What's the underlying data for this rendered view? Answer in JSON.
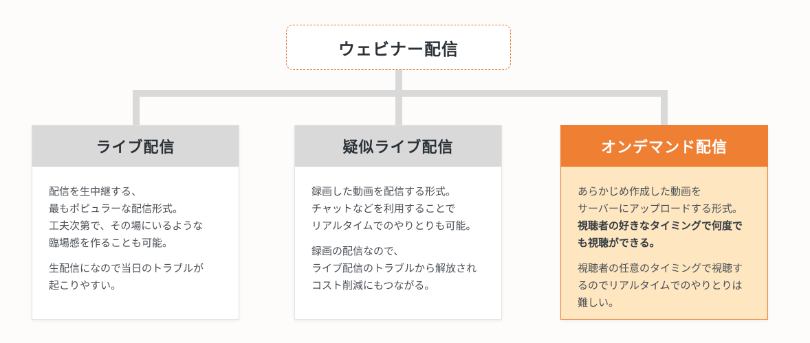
{
  "root": {
    "label": "ウェビナー配信"
  },
  "cards": [
    {
      "title": "ライブ配信",
      "paragraphs": [
        {
          "lines": [
            "配信を生中継する、",
            "最もポピュラーな配信形式。",
            "工夫次第で、その場にいるような",
            "臨場感を作ることも可能。"
          ]
        },
        {
          "lines": [
            "生配信になので当日のトラブルが",
            "起こりやすい。"
          ]
        }
      ]
    },
    {
      "title": "疑似ライブ配信",
      "paragraphs": [
        {
          "lines": [
            "録画した動画を配信する形式。",
            "チャットなどを利用することで",
            "リアルタイムでのやりとりも可能。"
          ]
        },
        {
          "lines": [
            "録画の配信なので、",
            "ライブ配信のトラブルから解放され",
            "コスト削減にもつながる。"
          ]
        }
      ]
    },
    {
      "title": "オンデマンド配信",
      "paragraphs": [
        {
          "lines": [
            "あらかじめ作成した動画を",
            "サーバーにアップロードする形式。"
          ],
          "emphasis": [
            "視聴者の好きなタイミングで何度で",
            "も視聴ができる。"
          ]
        },
        {
          "lines": [
            "視聴者の任意のタイミングで視聴す",
            "るのでリアルタイムでのやりとりは",
            "難しい。"
          ]
        }
      ]
    }
  ],
  "colors": {
    "accent": "#ee7f33",
    "accent_light": "#fde6c0",
    "header_gray": "#d9d9d9",
    "connector": "#d9d9d9"
  }
}
